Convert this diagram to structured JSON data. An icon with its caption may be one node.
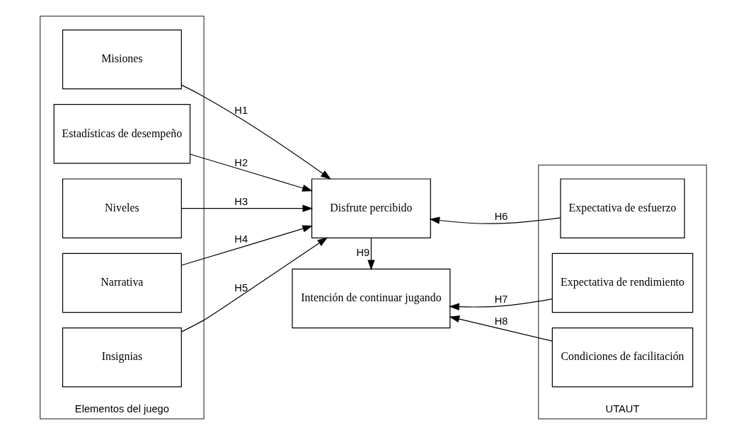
{
  "diagram": {
    "nodes": [
      {
        "text": [
          "Elementos del juego"
        ]
      },
      {
        "text": [
          "Misiones"
        ],
        "in": 0
      },
      {
        "text": [
          "Estadísticas de desempeño"
        ],
        "in": 0
      },
      {
        "text": [
          "Niveles"
        ],
        "in": 0
      },
      {
        "text": [
          "Narrativa"
        ],
        "in": 0
      },
      {
        "text": [
          "Insignias"
        ],
        "in": 0
      },
      {
        "text": [
          "Disfrute percibido"
        ]
      },
      {
        "text": [
          "Intención de continuar jugando"
        ]
      },
      {
        "text": [
          "UTAUT"
        ]
      },
      {
        "text": [
          "Expectativa de esfuerzo"
        ],
        "in": 8
      },
      {
        "text": [
          "Expectativa de rendimiento"
        ],
        "in": 8
      },
      {
        "text": [
          "Condiciones de facilitación"
        ],
        "in": 8
      }
    ],
    "edges": [
      {
        "from": 1,
        "to": 6,
        "arrow": "to",
        "label": "H1"
      },
      {
        "from": 2,
        "to": 6,
        "arrow": "to",
        "label": "H2"
      },
      {
        "from": 3,
        "to": 6,
        "arrow": "to",
        "label": "H3"
      },
      {
        "from": 4,
        "to": 6,
        "arrow": "to",
        "label": "H4"
      },
      {
        "from": 5,
        "to": 6,
        "arrow": "to",
        "label": "H5"
      },
      {
        "from": 9,
        "to": 6,
        "arrow": "to",
        "label": "H6"
      },
      {
        "from": 10,
        "to": 7,
        "arrow": "to",
        "label": "H7"
      },
      {
        "from": 11,
        "to": 7,
        "arrow": "to",
        "label": "H8"
      },
      {
        "from": 6,
        "to": 7,
        "arrow": "to",
        "label": "H9"
      }
    ]
  }
}
